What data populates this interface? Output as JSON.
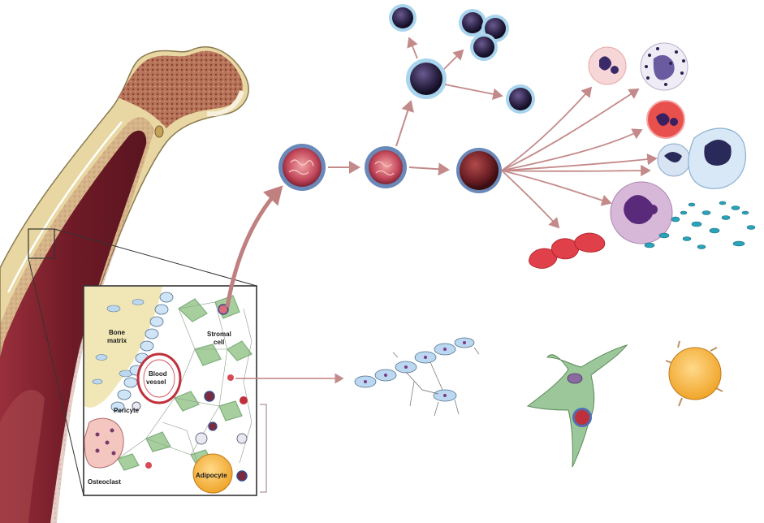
{
  "labels": {
    "bone_matrix_1": "Bone",
    "bone_matrix_2": "matrix",
    "stromal_cell_1": "Stromal",
    "stromal_cell_2": "cell",
    "blood_vessel_1": "Blood",
    "blood_vessel_2": "vessel",
    "pericyte": "Pericyte",
    "osteoclast": "Osteoclast",
    "adipocyte": "Adipocyte"
  },
  "colors": {
    "marrow": "#7a1f2c",
    "bone": "#e8d7a2",
    "stem_cell": "#c2475a",
    "lymphoid": "#2b2244",
    "arrow": "#c48a8a",
    "stromal": "#9cc79a",
    "adipocyte": "#f4b43c",
    "rbc": "#e0404a",
    "platelet": "#2aa2b8"
  }
}
